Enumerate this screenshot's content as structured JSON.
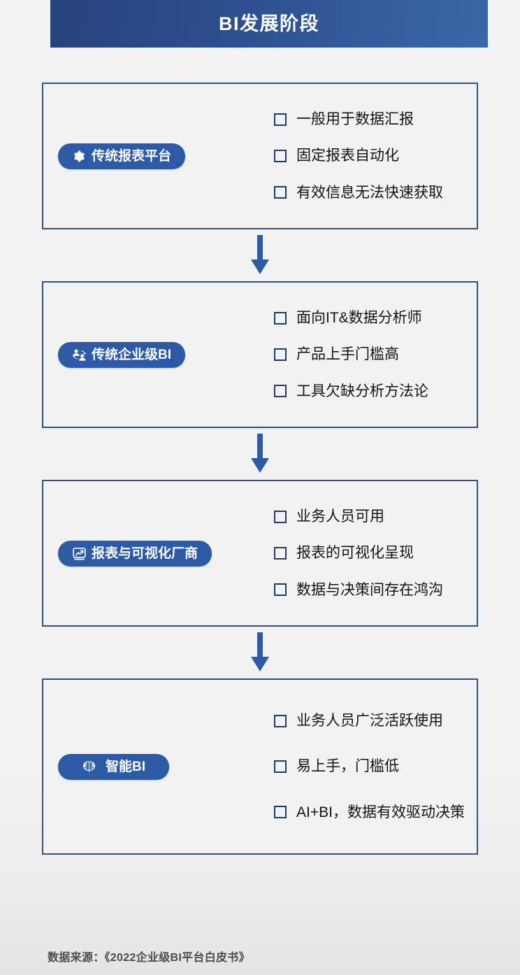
{
  "header": {
    "title": "BI发展阶段",
    "bg_color_left": "#27437e",
    "bg_color_right": "#3a67a5"
  },
  "theme": {
    "page_bg": "#f2f2f2",
    "card_border": "#2d5580",
    "badge_bg": "#2d5aa6",
    "badge_text": "#ffffff",
    "arrow_color": "#2d5aa6",
    "bullet_box_border": "#1f3a63",
    "bullet_text": "#141414",
    "footer_text": "#4c4c4c"
  },
  "stages": [
    {
      "badge_label": "传统报表平台",
      "badge_icon": "gear-icon",
      "bullets": [
        "一般用于数据汇报",
        "固定报表自动化",
        "有效信息无法快速获取"
      ]
    },
    {
      "badge_label": "传统企业级BI",
      "badge_icon": "users-exchange-icon",
      "bullets": [
        "面向IT&数据分析师",
        "产品上手门槛高",
        "工具欠缺分析方法论"
      ]
    },
    {
      "badge_label": "报表与可视化厂商",
      "badge_icon": "chart-line-box-icon",
      "bullets": [
        "业务人员可用",
        "报表的可视化呈现",
        "数据与决策间存在鸿沟"
      ]
    },
    {
      "badge_label": "智能BI",
      "badge_icon": "ai-brain-icon",
      "bullets": [
        "业务人员广泛活跃使用",
        "易上手，门槛低",
        "AI+BI，数据有效驱动决策"
      ]
    }
  ],
  "arrows": [
    {
      "name": "arrow-stage-1-to-2",
      "direction": "down"
    },
    {
      "name": "arrow-stage-2-to-3",
      "direction": "down"
    },
    {
      "name": "arrow-stage-3-to-4",
      "direction": "down"
    }
  ],
  "footer": {
    "source_note": "数据来源：《2022企业级BI平台白皮书》"
  }
}
